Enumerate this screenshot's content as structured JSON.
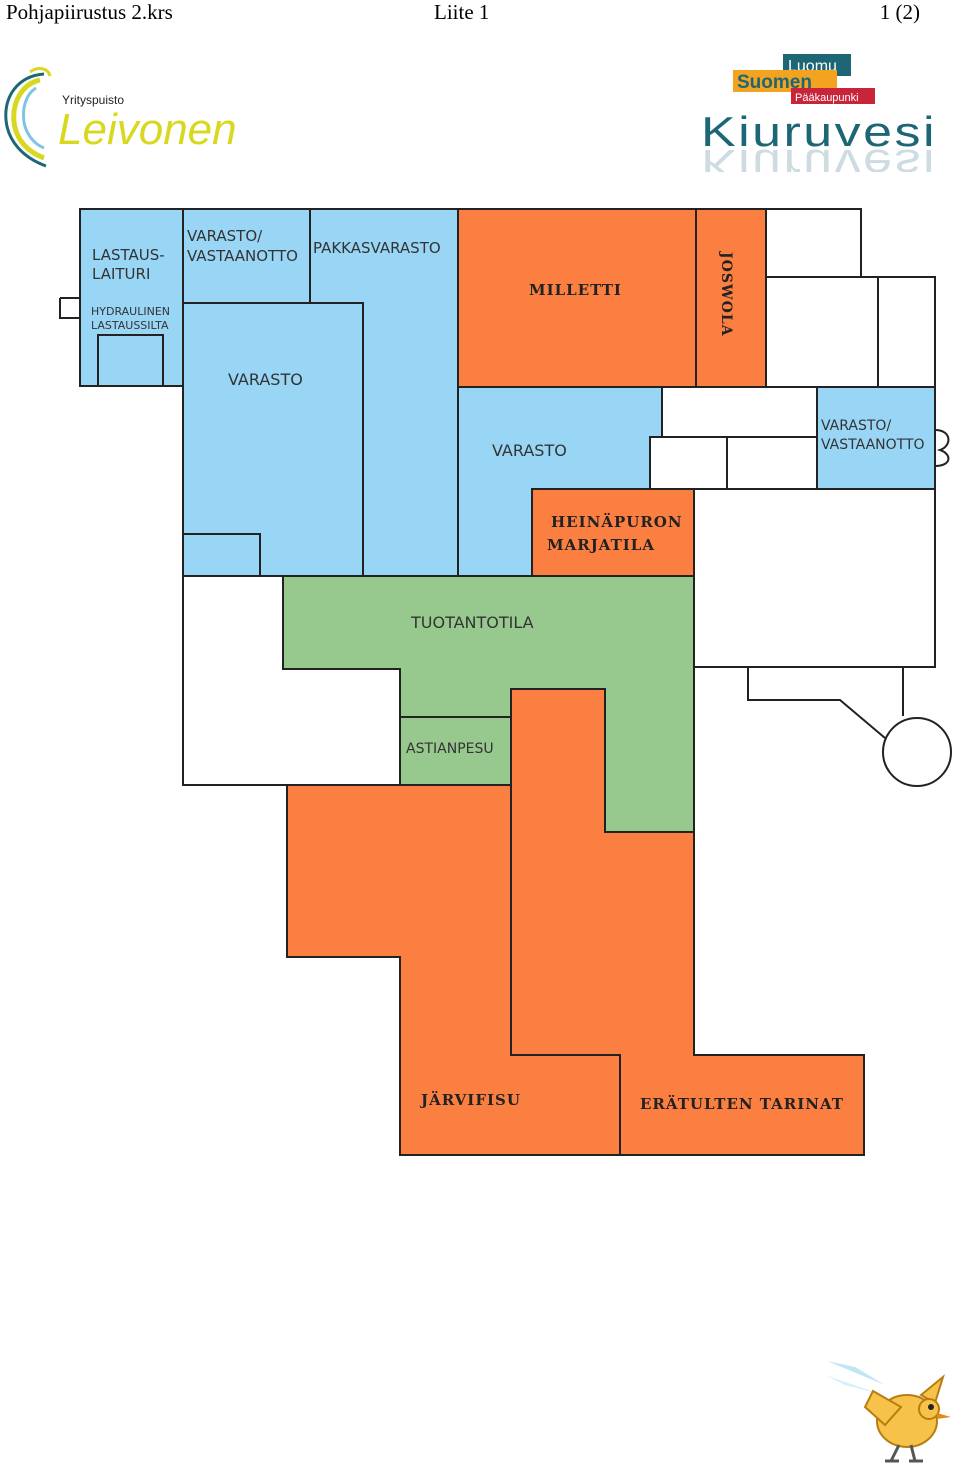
{
  "header": {
    "left": "Pohjapiirustus 2.krs",
    "center": "Liite 1",
    "right": "1 (2)"
  },
  "logos": {
    "leivonen_small": "Yrityspuisto",
    "leivonen_big": "Leivonen",
    "kiuruvesi_luomu": "Luomu",
    "kiuruvesi_suomen": "Suomen",
    "kiuruvesi_paakaupunki": "Pääkaupunki",
    "kiuruvesi_name": "Kiuruvesi"
  },
  "colors": {
    "storage_blue": "#99d6f6",
    "tenant_orange": "#fa7f40",
    "production_green": "#97c98f",
    "logo_yellow": "#d8d820",
    "logo_teal": "#1d6676",
    "logo_red": "#c8253a",
    "logo_orange": "#f3a31f"
  },
  "rooms": {
    "lastauslaituri_1": "LASTAUS-",
    "lastauslaituri_2": "LAITURI",
    "hydraulinen_1": "HYDRAULINEN",
    "hydraulinen_2": "LASTAUSSILTA",
    "varasto_vastaanotto_1": "VARASTO/",
    "varasto_vastaanotto_2": "VASTAANOTTO",
    "pakkasvarasto": "PAKKASVARASTO",
    "varasto_left": "VARASTO",
    "milletti": "MILLETTI",
    "joswola": "JOSWOLA",
    "varasto_center": "VARASTO",
    "varasto_vastaanotto_right_1": "VARASTO/",
    "varasto_vastaanotto_right_2": "VASTAANOTTO",
    "heinapuron_1": "HEINÄPURON",
    "heinapuron_2": "MARJATILA",
    "tuotantotila": "TUOTANTOTILA",
    "astianpesu": "ASTIANPESU",
    "jarvifisu": "JÄRVIFISU",
    "eratulten": "ERÄTULTEN TARINAT"
  }
}
